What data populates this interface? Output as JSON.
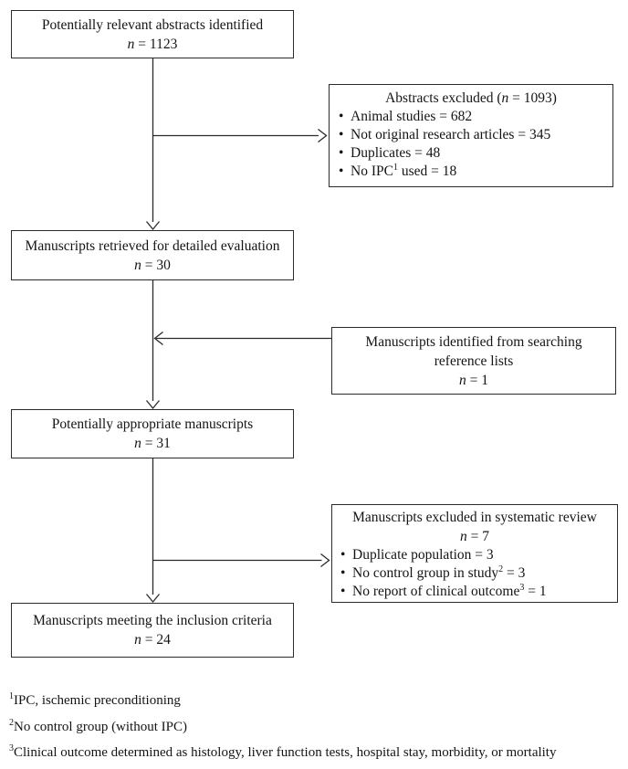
{
  "ui": {
    "bullet_char": "•"
  },
  "colors": {
    "line": "#2b2b2b",
    "text": "#141414",
    "background": "#ffffff"
  },
  "flow": {
    "box_identified": {
      "title": "Potentially relevant abstracts identified",
      "n_var": "n",
      "n_rest": "= 1123"
    },
    "box_excluded_abstracts": {
      "title_pre": "Abstracts excluded (",
      "n_var": "n",
      "title_post": " = 1093)",
      "items": [
        {
          "pre": "Animal studies = 682"
        },
        {
          "pre": "Not original research articles = 345"
        },
        {
          "pre": "Duplicates = 48"
        },
        {
          "pre": "No IPC",
          "sup": "1",
          "post": " used = 18"
        }
      ]
    },
    "box_retrieved": {
      "title": "Manuscripts retrieved for detailed evaluation",
      "n_var": "n",
      "n_rest": "= 30"
    },
    "box_reference": {
      "line1": "Manuscripts identified from searching",
      "line2": "reference lists",
      "n_var": "n",
      "n_rest": "= 1"
    },
    "box_appropriate": {
      "title": "Potentially appropriate manuscripts",
      "n_var": "n",
      "n_rest": "= 31"
    },
    "box_excluded_review": {
      "title": "Manuscripts excluded in systematic review",
      "n_var": "n",
      "n_rest": "= 7",
      "items": [
        {
          "pre": "Duplicate population = 3"
        },
        {
          "pre": "No control group in study",
          "sup": "2",
          "post": " = 3"
        },
        {
          "pre": "No report of clinical outcome",
          "sup": "3",
          "post": " = 1"
        }
      ]
    },
    "box_inclusion": {
      "title": "Manuscripts meeting the inclusion criteria",
      "n_var": "n",
      "n_rest": "= 24"
    }
  },
  "footnotes": [
    {
      "sup": "1",
      "text": "IPC, ischemic preconditioning"
    },
    {
      "sup": "2",
      "text": "No control group (without IPC)"
    },
    {
      "sup": "3",
      "text": "Clinical outcome determined as histology, liver function tests, hospital stay, morbidity, or mortality"
    }
  ]
}
